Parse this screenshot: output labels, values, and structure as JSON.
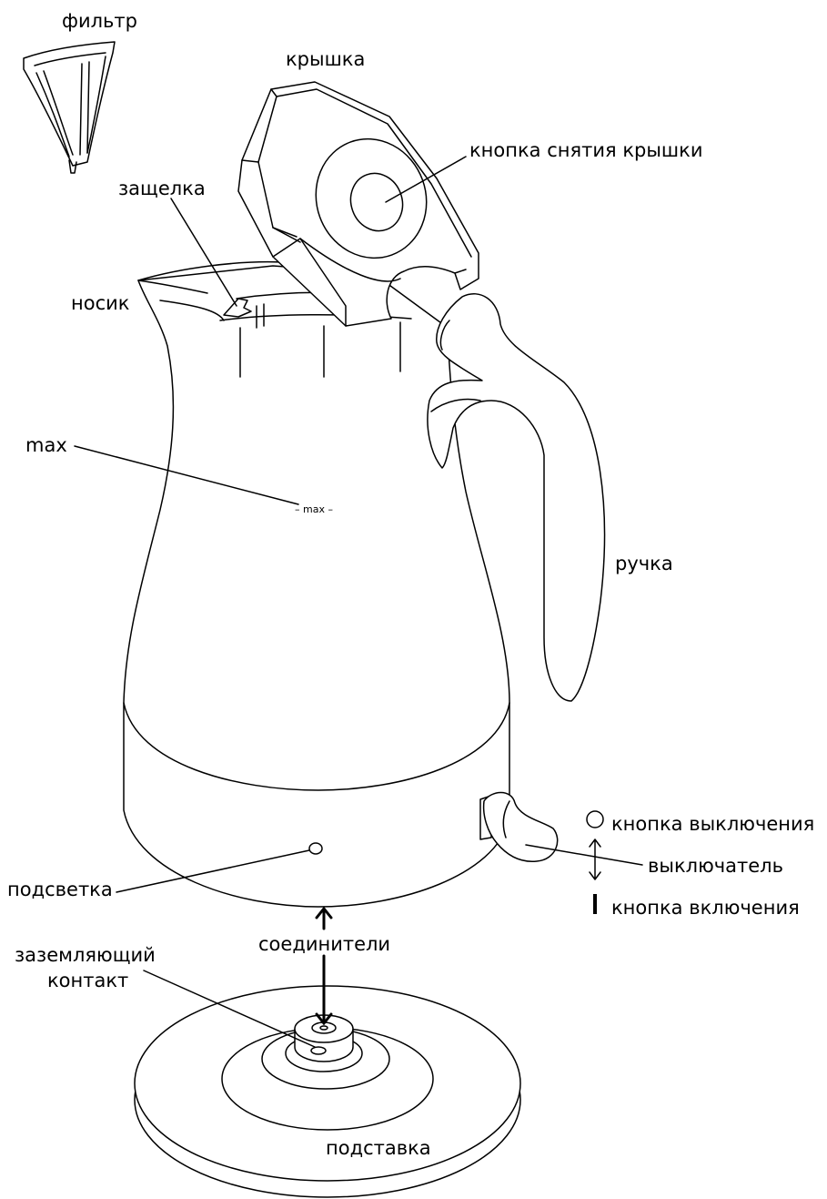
{
  "labels": {
    "filter": "фильтр",
    "lid": "крышка",
    "lid_release_button": "кнопка снятия крышки",
    "latch": "защелка",
    "spout": "носик",
    "max": "max",
    "max_mark": "– max –",
    "handle": "ручка",
    "off_button": "кнопка выключения",
    "switch": "выключатель",
    "on_button": "кнопка включения",
    "indicator_light": "подсветка",
    "connectors": "соединители",
    "ground_contact_line1": "заземляющий",
    "ground_contact_line2": "контакт",
    "base": "подставка"
  },
  "symbols": {
    "off_symbol": "○",
    "on_symbol": "I"
  }
}
